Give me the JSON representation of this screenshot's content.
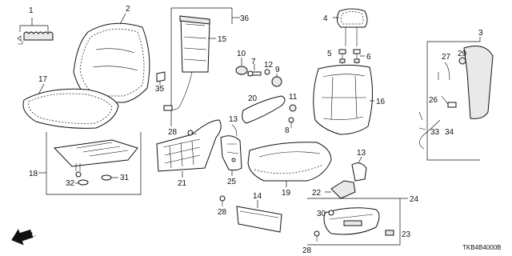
{
  "diagram": {
    "diagram_code": "TKB4B4000B",
    "direction_label": "FR.",
    "part_numbers": {
      "p1": "1",
      "p2": "2",
      "p3": "3",
      "p4": "4",
      "p5": "5",
      "p6": "6",
      "p7": "7",
      "p8": "8",
      "p9": "9",
      "p10": "10",
      "p11": "11",
      "p12": "12",
      "p13a": "13",
      "p13b": "13",
      "p14": "14",
      "p15": "15",
      "p16": "16",
      "p17": "17",
      "p18": "18",
      "p19": "19",
      "p20": "20",
      "p21": "21",
      "p22": "22",
      "p23": "23",
      "p24": "24",
      "p25": "25",
      "p26": "26",
      "p27": "27",
      "p28a": "28",
      "p28b": "28",
      "p28c": "28",
      "p29": "29",
      "p30": "30",
      "p31": "31",
      "p32": "32",
      "p33": "33",
      "p34": "34",
      "p35": "35",
      "p36": "36"
    }
  }
}
